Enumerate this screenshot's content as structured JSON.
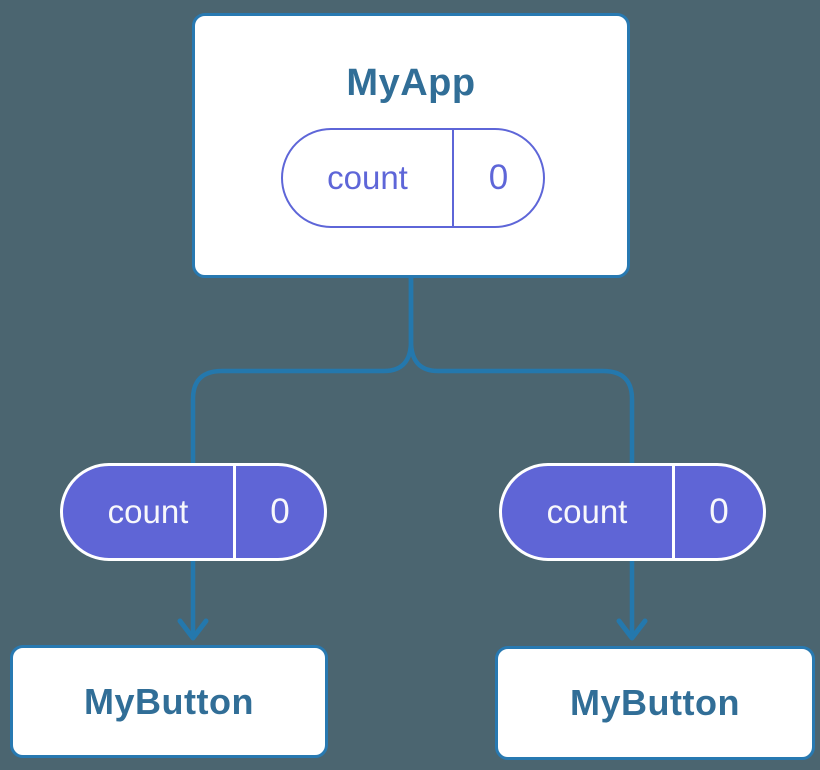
{
  "diagram": {
    "title": "component-state-tree",
    "root": {
      "label": "MyApp",
      "state": {
        "name": "count",
        "value": "0"
      }
    },
    "children": [
      {
        "label": "MyButton",
        "state": {
          "name": "count",
          "value": "0"
        }
      },
      {
        "label": "MyButton",
        "state": {
          "name": "count",
          "value": "0"
        }
      }
    ],
    "colors": {
      "background": "#4b6570",
      "connector": "#2478ad",
      "node_border": "#2879b1",
      "node_background": "#ffffff",
      "node_label_text": "#316e97",
      "state_pill_outline": "#5e66d8",
      "state_pill_fill": "#5f65d6",
      "state_pill_text_on_fill": "#f7f7fb"
    }
  }
}
